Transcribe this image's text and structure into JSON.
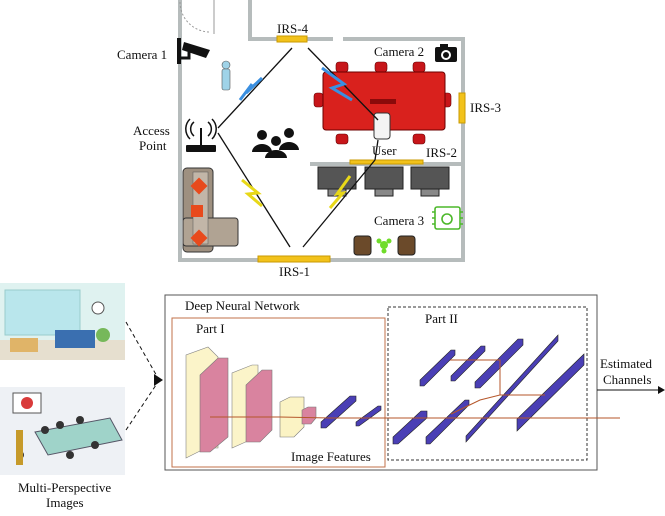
{
  "room": {
    "camera1_label": "Camera 1",
    "camera2_label": "Camera 2",
    "camera3_label": "Camera 3",
    "access_point_label_line1": "Access",
    "access_point_label_line2": "Point",
    "user_label": "User",
    "irs": [
      "IRS-1",
      "IRS-2",
      "IRS-3",
      "IRS-4"
    ],
    "colors": {
      "wall": "#b6bcbc",
      "irs": "#f2c21b",
      "table": "#d9211d",
      "blue_link": "#3a8fe0",
      "yellow_link": "#f0e020"
    }
  },
  "images": {
    "caption_line1": "Multi-Perspective",
    "caption_line2": "Images"
  },
  "network": {
    "title": "Deep Neural Network",
    "part1_label": "Part I",
    "part2_label": "Part II",
    "features_label": "Image Features",
    "output_line1": "Estimated",
    "output_line2": "Channels",
    "colors": {
      "conv_yellow": "#fbf3c4",
      "conv_pink": "#d9839f",
      "dense": "#4a3fb5",
      "arrow": "#b5562a",
      "part1_border": "#c0704a"
    }
  }
}
